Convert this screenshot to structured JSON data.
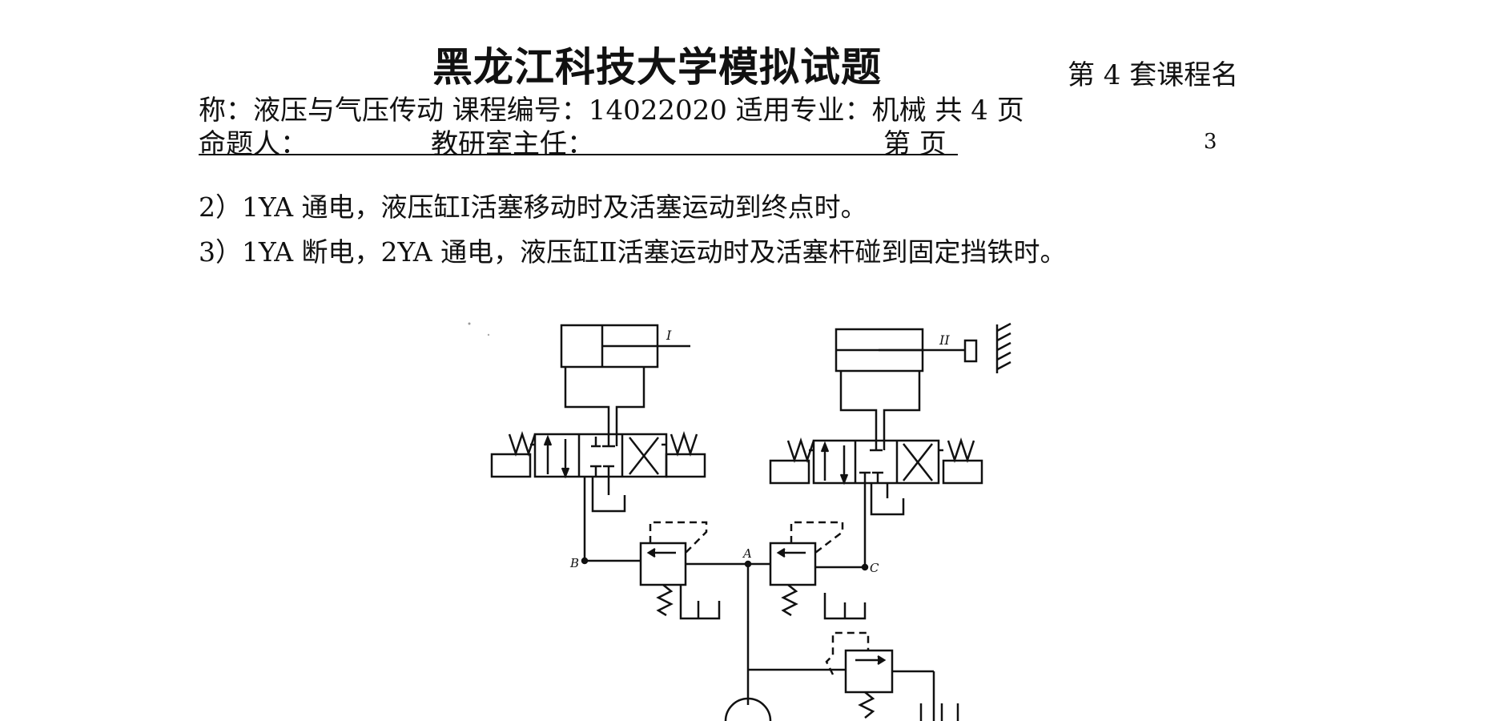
{
  "header": {
    "title": "黑龙江科技大学模拟试题",
    "set_label": "第 4 套课程名",
    "info_line": "称：液压与气压传动 课程编号：14022020  适用专业：机械    共 4 页",
    "setter_label": "命题人：",
    "director_label": "教研室主任：",
    "page_label": "第  页",
    "page_number": "3"
  },
  "questions": [
    "2）1YA 通电，液压缸Ⅰ活塞移动时及活塞运动到终点时。",
    "3）1YA 断电，2YA 通电，液压缸Ⅱ活塞运动时及活塞杆碰到固定挡铁时。"
  ],
  "figure": {
    "cylinder_1_label": "I",
    "cylinder_2_label": "II",
    "point_a": "A",
    "point_b": "B",
    "point_c": "C"
  }
}
